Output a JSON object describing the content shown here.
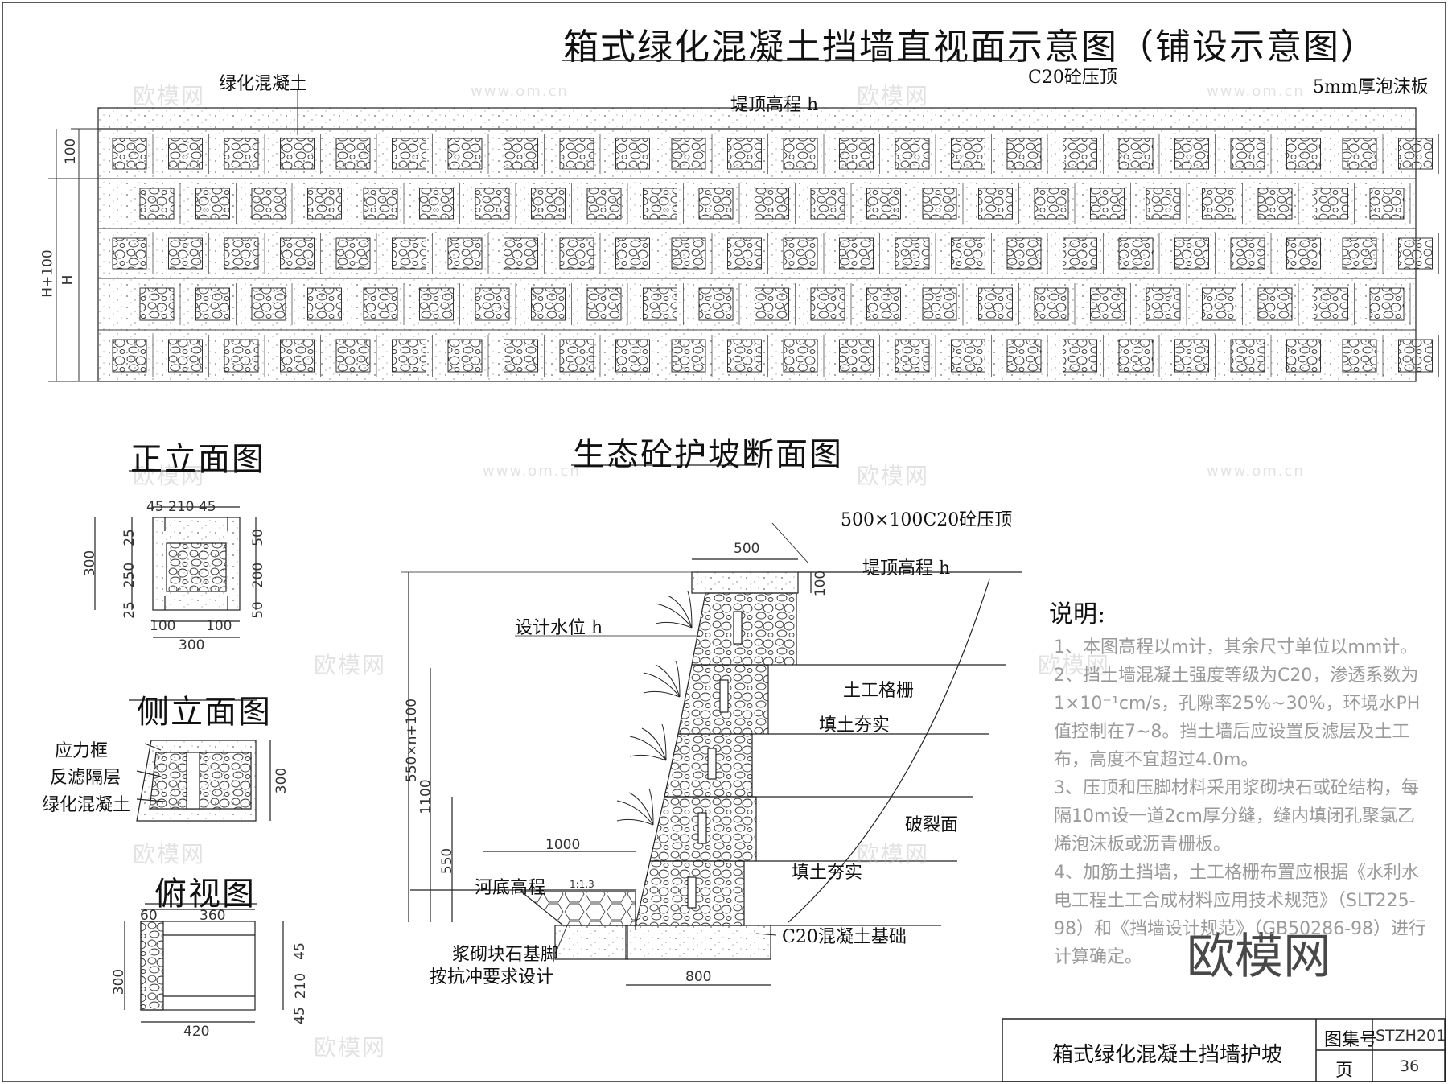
{
  "titles": {
    "main": "箱式绿化混凝土挡墙直视面示意图（铺设示意图）",
    "front": "正立面图",
    "section": "生态砼护坡断面图",
    "side": "侧立面图",
    "top": "俯视图"
  },
  "elevation": {
    "green_concrete": "绿化混凝土",
    "c20_cap": "C20砼压顶",
    "foam": "5mm厚泡沫板",
    "crest": "堤顶高程   h",
    "dim_100": "100",
    "dim_h": "H",
    "dim_h100": "H+100"
  },
  "front_view": {
    "top_dims": "45 210 45",
    "left_dim": "300",
    "inner_dims": [
      "25",
      "250",
      "25"
    ],
    "right_dims": [
      "50",
      "200",
      "50"
    ],
    "bottom_dims": [
      "100",
      "100"
    ],
    "bottom_total": "300"
  },
  "side_view": {
    "labels": [
      "应力框",
      "反滤隔层",
      "绿化混凝土"
    ],
    "right_dim": "300"
  },
  "top_view": {
    "top_dims": [
      "60",
      "360"
    ],
    "left_dim": "300",
    "right_dims": [
      "45",
      "210",
      "45"
    ],
    "bottom_dim": "420"
  },
  "section": {
    "cap": "500×100C20砼压顶",
    "dim_500": "500",
    "dim_100": "100",
    "crest": "堤顶高程   h",
    "water": "设计水位   h",
    "geogrid": "土工格栅",
    "fill1": "填土夯实",
    "fill2": "填土夯实",
    "rupture": "破裂面",
    "riverbed": "河底高程",
    "foundation": "C20混凝土基础",
    "footing1": "浆砌块石基脚",
    "footing2": "按抗冲要求设计",
    "dim_1000": "1000",
    "dim_800": "800",
    "dim_550": "550",
    "dim_1100": "1100",
    "dim_550n": "550×n+100",
    "slope": "1:1.3"
  },
  "notes": {
    "heading": "说明:",
    "items": [
      "1、本图高程以m计，其余尺寸单位以mm计。",
      "2、挡土墙混凝土强度等级为C20，渗透系数为1×10⁻¹cm/s，孔隙率25%~30%，环境水PH值控制在7~8。挡土墙后应设置反滤层及土工布，高度不宜超过4.0m。",
      "3、压顶和压脚材料采用浆砌块石或砼结构，每隔10m设一道2cm厚分缝，缝内填闭孔聚氯乙烯泡沫板或沥青栅板。",
      "4、加筋土挡墙，土工格栅布置应根据《水利水电工程土工合成材料应用技术规范》（SLT225-98）和《挡墙设计规范》（GB50286-98）进行计算确定。"
    ]
  },
  "title_block": {
    "name": "箱式绿化混凝土挡墙护坡",
    "atlas_label": "图集号",
    "atlas_value": "STZH201",
    "page_label": "页",
    "page_value": "36"
  },
  "watermarks": {
    "brand": "欧模网",
    "url": "www.om.cn"
  }
}
